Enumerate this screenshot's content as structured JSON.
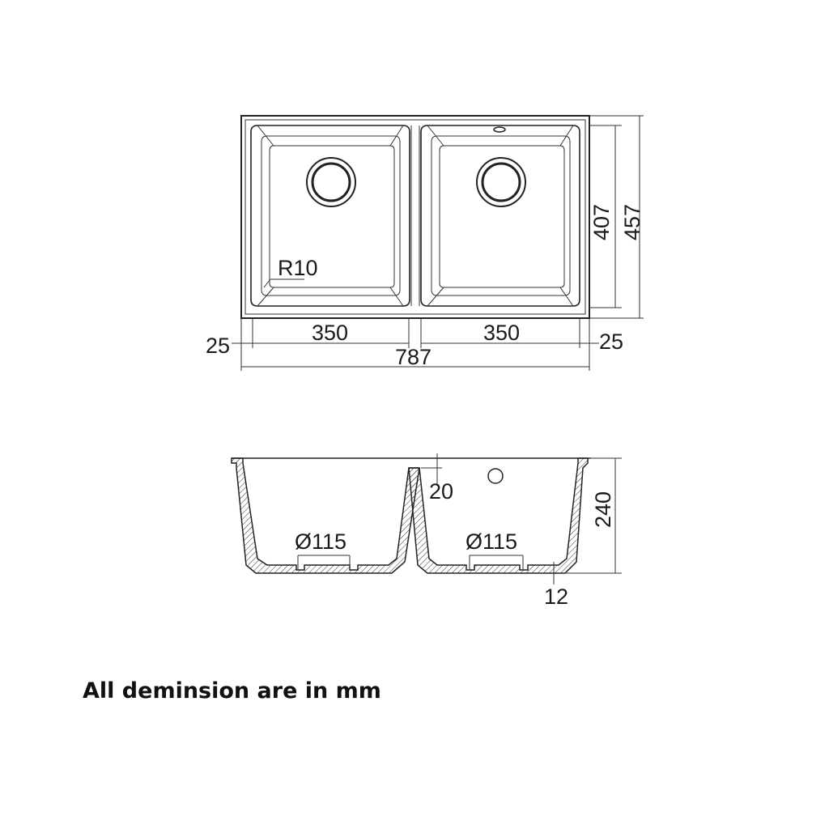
{
  "plan_view": {
    "overall_width": "787",
    "overall_depth": "457",
    "bowl_depth": "407",
    "left_bowl_width": "350",
    "right_bowl_width": "350",
    "left_margin": "25",
    "right_margin": "25",
    "corner_radius": "R10"
  },
  "section_view": {
    "bowl_height": "240",
    "rim_offset": "20",
    "wall_thickness": "12",
    "left_drain": "Ø115",
    "right_drain": "Ø115"
  },
  "footer_note": "All deminsion are in mm",
  "colors": {
    "line": "#222222",
    "text": "#111111",
    "background": "#ffffff"
  }
}
